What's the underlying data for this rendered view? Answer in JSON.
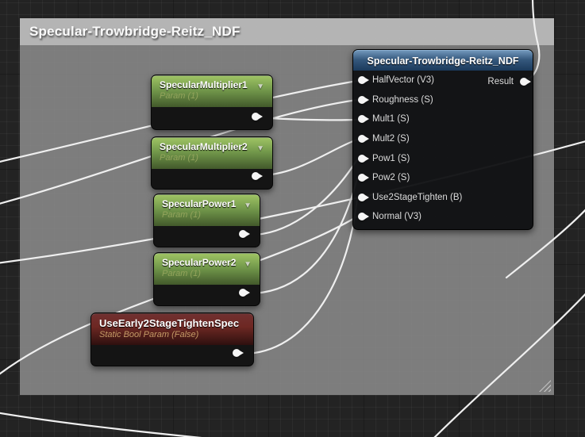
{
  "comment": {
    "title": "Specular-Trowbridge-Reitz_NDF"
  },
  "function_node": {
    "title": "Specular-Trowbridge-Reitz_NDF",
    "inputs": [
      "HalfVector (V3)",
      "Roughness (S)",
      "Mult1 (S)",
      "Mult2 (S)",
      "Pow1 (S)",
      "Pow2 (S)",
      "Use2StageTighten (B)",
      "Normal (V3)"
    ],
    "outputs": [
      "Result"
    ]
  },
  "param_nodes": [
    {
      "title": "SpecularMultiplier1",
      "subtitle": "Param (1)"
    },
    {
      "title": "SpecularMultiplier2",
      "subtitle": "Param (1)"
    },
    {
      "title": "SpecularPower1",
      "subtitle": "Param (1)"
    },
    {
      "title": "SpecularPower2",
      "subtitle": "Param (1)"
    },
    {
      "title": "UseEarly2StageTightenSpec",
      "subtitle": "Static Bool Param (False)"
    }
  ],
  "icons": {
    "dropdown": "chevron-down-icon",
    "input_pin": "input-pin-icon",
    "output_pin": "output-pin-icon",
    "resize": "resize-handle-icon"
  },
  "colors": {
    "canvas_background": "#232323",
    "comment_header": "#bababa",
    "comment_body": "#7c7c7c",
    "scalar_param_header": "#72984b",
    "bool_param_header": "#6e2823",
    "function_header": "#35587d",
    "wire": "#efefef"
  }
}
